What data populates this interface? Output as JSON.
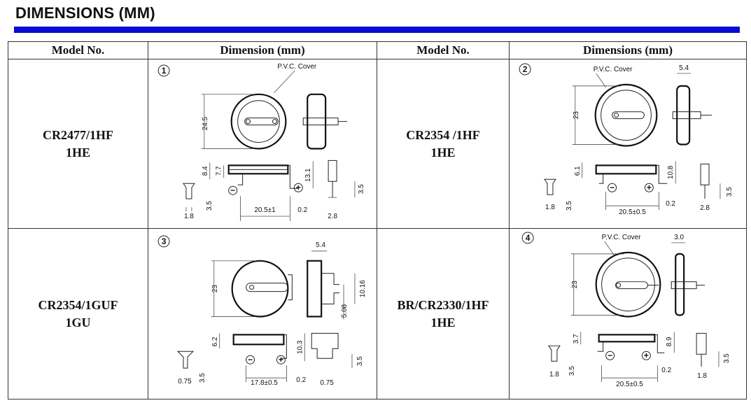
{
  "page": {
    "title": "DIMENSIONS (MM)"
  },
  "table": {
    "headers": [
      "Model No.",
      "Dimension (mm)",
      "Model No.",
      "Dimensions (mm)"
    ],
    "rows": [
      [
        {
          "model_line1": "CR2477/1HF",
          "model_line2": "1HE",
          "drawing": {
            "number": "1",
            "cover_label": "P.V.C. Cover",
            "dims": {
              "diameter": "24.5",
              "d1": "8.4",
              "d2": "7.7",
              "height": "13.1",
              "lead": "3.5",
              "pin_w": "1.8",
              "pin_h": "3.5",
              "pitch": "20.5±1",
              "thick": "0.2",
              "side_w": "2.8"
            }
          }
        },
        {
          "model_line1": "CR2354 /1HF",
          "model_line2": "1HE",
          "drawing": {
            "number": "2",
            "cover_label": "P.V.C. Cover",
            "dims": {
              "top_w": "5.4",
              "diameter": "23",
              "d1": "6.1",
              "height": "10.8",
              "lead": "3.5",
              "pin_w": "1.8",
              "pin_h": "3.5",
              "pitch": "20.5±0.5",
              "thick": "0.2",
              "side_w": "2.8"
            }
          }
        }
      ],
      [
        {
          "model_line1": "CR2354/1GUF",
          "model_line2": "1GU",
          "drawing": {
            "number": "3",
            "dims": {
              "top_w": "5.4",
              "diameter": "23",
              "side_h": "10.16",
              "side_off": "5.08",
              "d1": "6.2",
              "height": "10.3",
              "pin_w": "0.75",
              "pin_h": "3.5",
              "pitch": "17.8±0.5",
              "thick": "0.2",
              "lead": "3.5",
              "side_w": "0.75"
            }
          }
        },
        {
          "model_line1": "BR/CR2330/1HF",
          "model_line2": "1HE",
          "drawing": {
            "number": "4",
            "cover_label": "P.V.C. Cover",
            "dims": {
              "top_w": "3.0",
              "diameter": "23",
              "d1": "3.7",
              "height": "8.9",
              "lead": "3.5",
              "pin_w": "1.8",
              "pin_h": "3.5",
              "pitch": "20.5±0.5",
              "thick": "0.2",
              "side_w": "1.8"
            }
          }
        }
      ]
    ]
  },
  "symbols": {
    "negative": "−",
    "positive": "+"
  }
}
